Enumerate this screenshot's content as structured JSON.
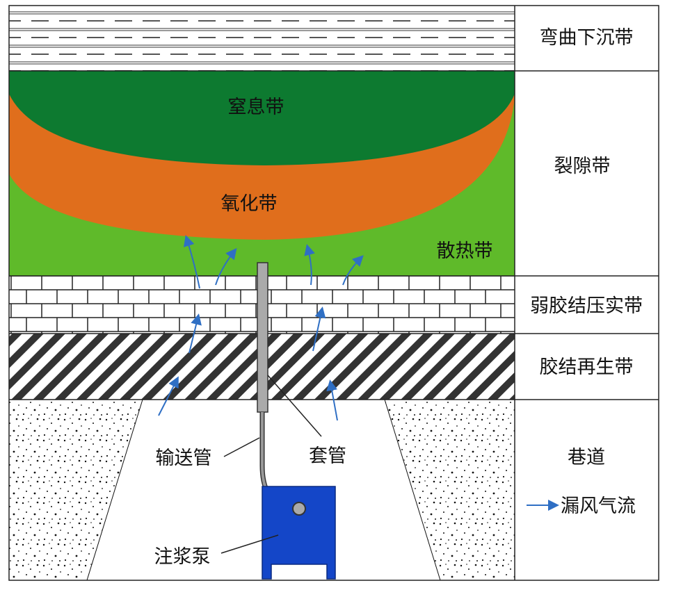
{
  "zones": {
    "bending": "弯曲下沉带",
    "fracture": "裂隙带",
    "weak": "弱胶结压实带",
    "cemented": "胶结再生带",
    "roadway": "巷道"
  },
  "inner_labels": {
    "suffocation": "窒息带",
    "oxidation": "氧化带",
    "heat": "散热带"
  },
  "callouts": {
    "pipe": "输送管",
    "casing": "套管",
    "pump": "注浆泵"
  },
  "legend": {
    "airflow": "漏风气流"
  },
  "colors": {
    "dark_green": "#0d7a30",
    "orange": "#e06e1c",
    "light_green": "#5fba2a",
    "pump": "#1446c8",
    "arrow": "#2f6fc4"
  }
}
